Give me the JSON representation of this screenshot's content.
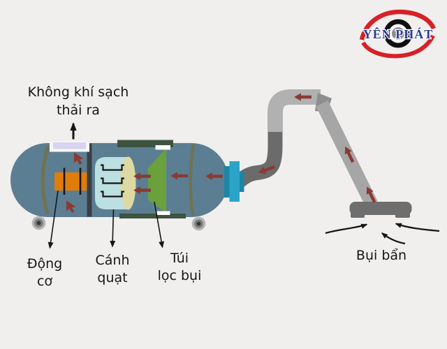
{
  "logo": {
    "brand": "YÊN PHÁT"
  },
  "labels": {
    "clean_air_line1": "Không khí sạch",
    "clean_air_line2": "thải ra",
    "motor_line1": "Động",
    "motor_line2": "cơ",
    "fan_line1": "Cánh",
    "fan_line2": "quạt",
    "filter_line1": "Túi",
    "filter_line2": "lọc bụi",
    "dirt": "Bụi bẩn"
  },
  "colors": {
    "background": "#f0efed",
    "tank_body": "#5c7e92",
    "tank_band": "#6e7355",
    "partition": "#384045",
    "vent_frame": "#f8f6fb",
    "vent_panel": "#d8d3f0",
    "filter_frame_green": "#3c5340",
    "frame_gap_white": "#fbfbfb",
    "motor_orange": "#e07d0a",
    "fan_body_cyan": "#bcdfe2",
    "fan_hub_cream": "#ded9a2",
    "filter_bag_green": "#6ba13c",
    "inlet_teal": "#2ba4c8",
    "inlet_teal_dark": "#1d86a6",
    "hose_dark_gray": "#6b6b6b",
    "hose_light_gray": "#b1b1b1",
    "wand_gray": "#a6a6a6",
    "wand_joint_gray": "#8e8e8e",
    "nozzle_gray": "#6e6e6e",
    "wheel_outer": "#b3b3b3",
    "wheel_mid": "#7d7d7d",
    "wheel_hub": "#383838",
    "flow_arrow_maroon": "#8a3a33",
    "ink_black": "#161616",
    "logo_red": "#d62128",
    "logo_blue": "#2b3a94",
    "logo_ring_black": "#101010",
    "logo_ring_white": "#fdfdfd",
    "logo_pupil_gray": "#8c8c8c"
  }
}
